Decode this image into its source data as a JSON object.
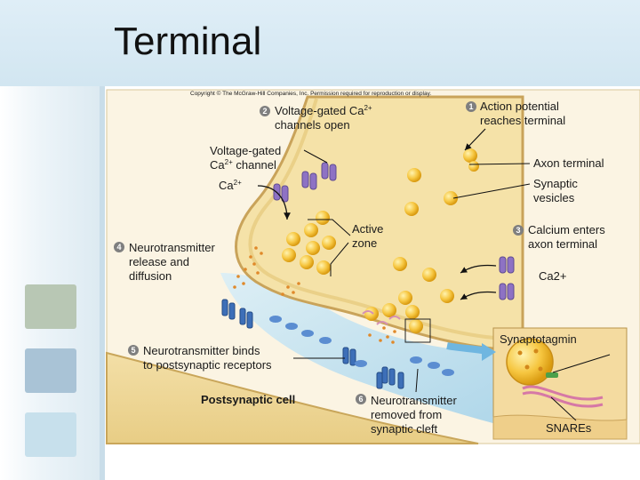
{
  "slide": {
    "title": "Terminal"
  },
  "figure": {
    "copyright": "Copyright © The McGraw-Hill Companies, Inc. Permission required for reproduction or display.",
    "labels": {
      "step1": {
        "num": "1",
        "line1": "Action potential",
        "line2": "reaches terminal"
      },
      "step2": {
        "num": "2",
        "line1": "Voltage-gated Ca",
        "sup": "2+",
        "line2": "channels open"
      },
      "step3": {
        "num": "3",
        "line1": "Calcium enters",
        "line2": "axon terminal"
      },
      "step4": {
        "num": "4",
        "line1": "Neurotransmitter",
        "line2": "release and",
        "line3": "diffusion"
      },
      "step5": {
        "num": "5",
        "line1": "Neurotransmitter binds",
        "line2": "to postsynaptic receptors"
      },
      "step6": {
        "num": "6",
        "line1": "Neurotransmitter",
        "line2": "removed from",
        "line3": "synaptic cleft"
      },
      "vg_channel": {
        "line1": "Voltage-gated",
        "line2a": "Ca",
        "sup": "2+",
        "line2b": " channel"
      },
      "ca_left": {
        "base": "Ca",
        "sup": "2+"
      },
      "ca_right": "Ca2+",
      "axon_terminal": "Axon terminal",
      "synaptic_vesicles": {
        "line1": "Synaptic",
        "line2": "vesicles"
      },
      "active_zone": {
        "line1": "Active",
        "line2": "zone"
      },
      "postsynaptic_cell": "Postsynaptic cell",
      "synaptotagmin": "Synaptotagmin",
      "snares": "SNAREs"
    }
  }
}
